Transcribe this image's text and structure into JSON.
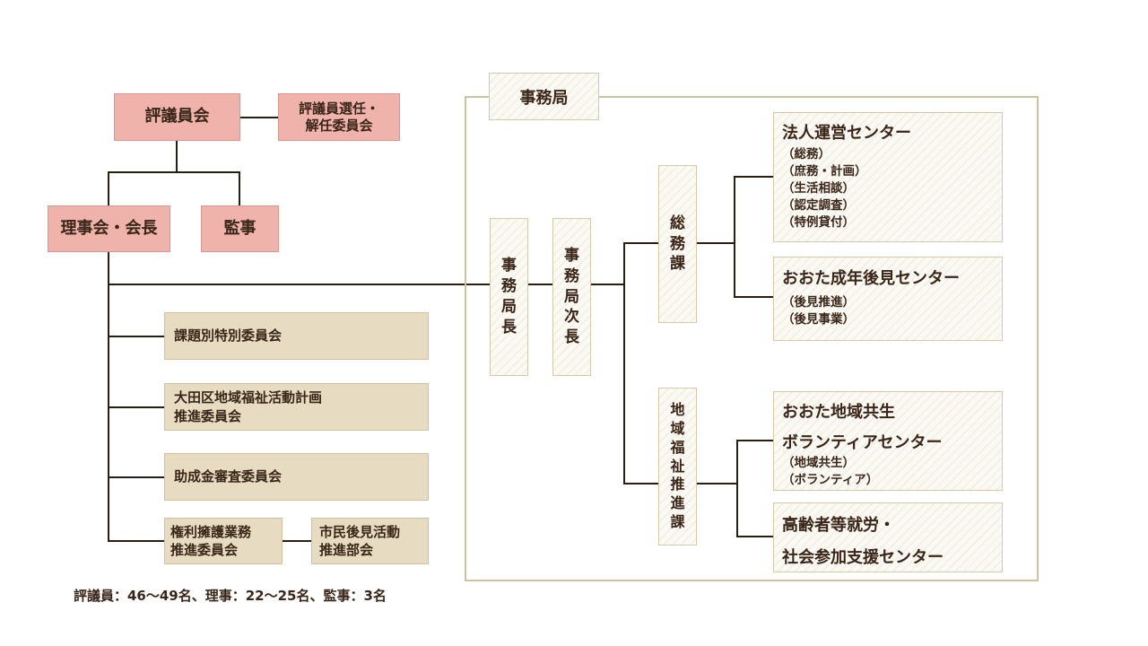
{
  "hyogiinkai": "評議員会",
  "senin_iinkai": [
    "評議員選任・",
    "解任委員会"
  ],
  "rijikai": "理事会・会長",
  "kanji": "監事",
  "committees": {
    "kadai": "課題別特別委員会",
    "ota_plan": [
      "大田区地域福祉活動計画",
      "推進委員会"
    ],
    "josei": "助成金審査委員会",
    "kenri": [
      "権利擁護業務",
      "推進委員会"
    ],
    "shimin": [
      "市民後見活動",
      "推進部会"
    ]
  },
  "jimukyoku": "事務局",
  "jimukyokucho": [
    "事",
    "務",
    "局",
    "長"
  ],
  "jimukyokujicho": [
    "事",
    "務",
    "局",
    "次",
    "長"
  ],
  "somuka": [
    "総",
    "務",
    "課"
  ],
  "chiikika": [
    "地",
    "域",
    "福",
    "祉",
    "推",
    "進",
    "課"
  ],
  "centers": {
    "hojin": {
      "title": "法人運営センター",
      "subs": [
        "（総務）",
        "（庶務・計画）",
        "（生活相談）",
        "（認定調査）",
        "（特例貸付）"
      ]
    },
    "koken": {
      "title": "おおた成年後見センター",
      "subs": [
        "（後見推進）",
        "（後見事業）"
      ]
    },
    "kyosei": {
      "title": [
        "おおた地域共生",
        "ボランティアセンター"
      ],
      "subs": [
        "（地域共生）",
        "（ボランティア）"
      ]
    },
    "koreisha": {
      "title": [
        "高齢者等就労・",
        "社会参加支援センター"
      ]
    }
  },
  "footnote": "評議員：46～49名、理事：22～25名、監事：3名",
  "colors": {
    "pink": "#efb3ab",
    "tan": "#e7dcc2",
    "frame": "#cfc09e",
    "line": "#2a1d12"
  }
}
